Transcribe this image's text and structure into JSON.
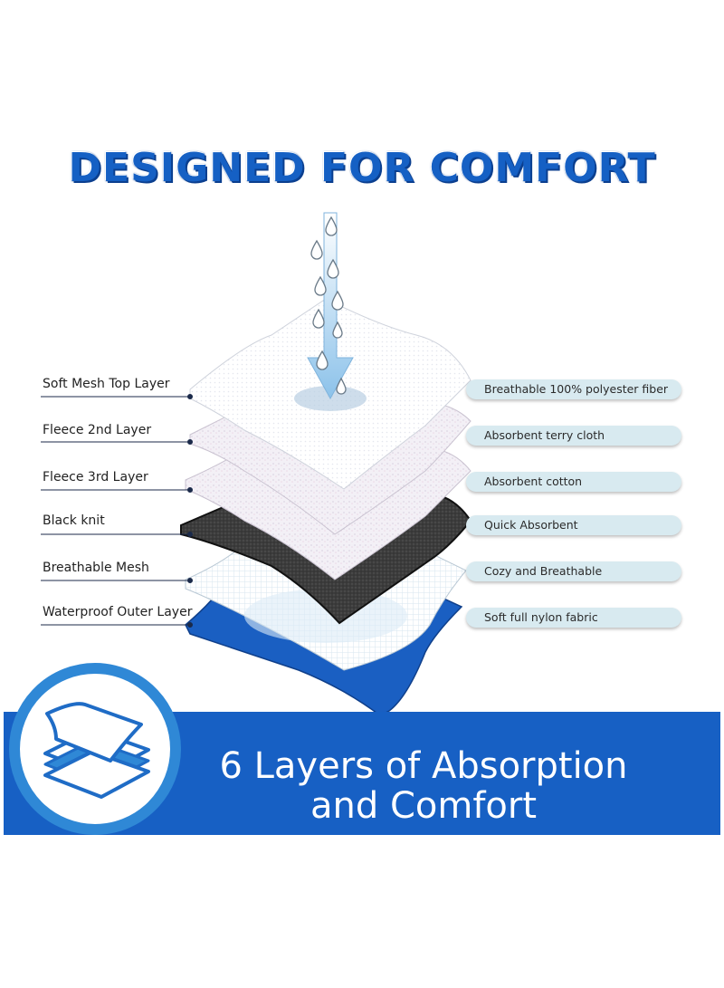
{
  "headline": "DESIGNED FOR COMFORT",
  "layers_left": [
    {
      "label": "Soft Mesh Top Layer"
    },
    {
      "label": "Fleece 2nd Layer"
    },
    {
      "label": "Fleece 3rd Layer"
    },
    {
      "label": "Black knit"
    },
    {
      "label": "Breathable Mesh"
    },
    {
      "label": "Waterproof Outer Layer"
    }
  ],
  "layers_right": [
    {
      "label": "Breathable 100% polyester fiber"
    },
    {
      "label": "Absorbent terry cloth"
    },
    {
      "label": "Absorbent cotton"
    },
    {
      "label": "Quick Absorbent"
    },
    {
      "label": "Cozy and Breathable"
    },
    {
      "label": "Soft full nylon fabric"
    }
  ],
  "banner": {
    "line1": "6 Layers of Absorption",
    "line2": "and Comfort"
  },
  "colors": {
    "brand_blue": "#1760c4",
    "headline_blue": "#1560c4",
    "pill_bg": "#d8eaf0",
    "outer_layer_blue": "#1a5fc2",
    "black_knit": "#3a3a3a"
  },
  "icons": [
    "water-drop-icon",
    "down-arrow-icon",
    "layers-icon"
  ]
}
